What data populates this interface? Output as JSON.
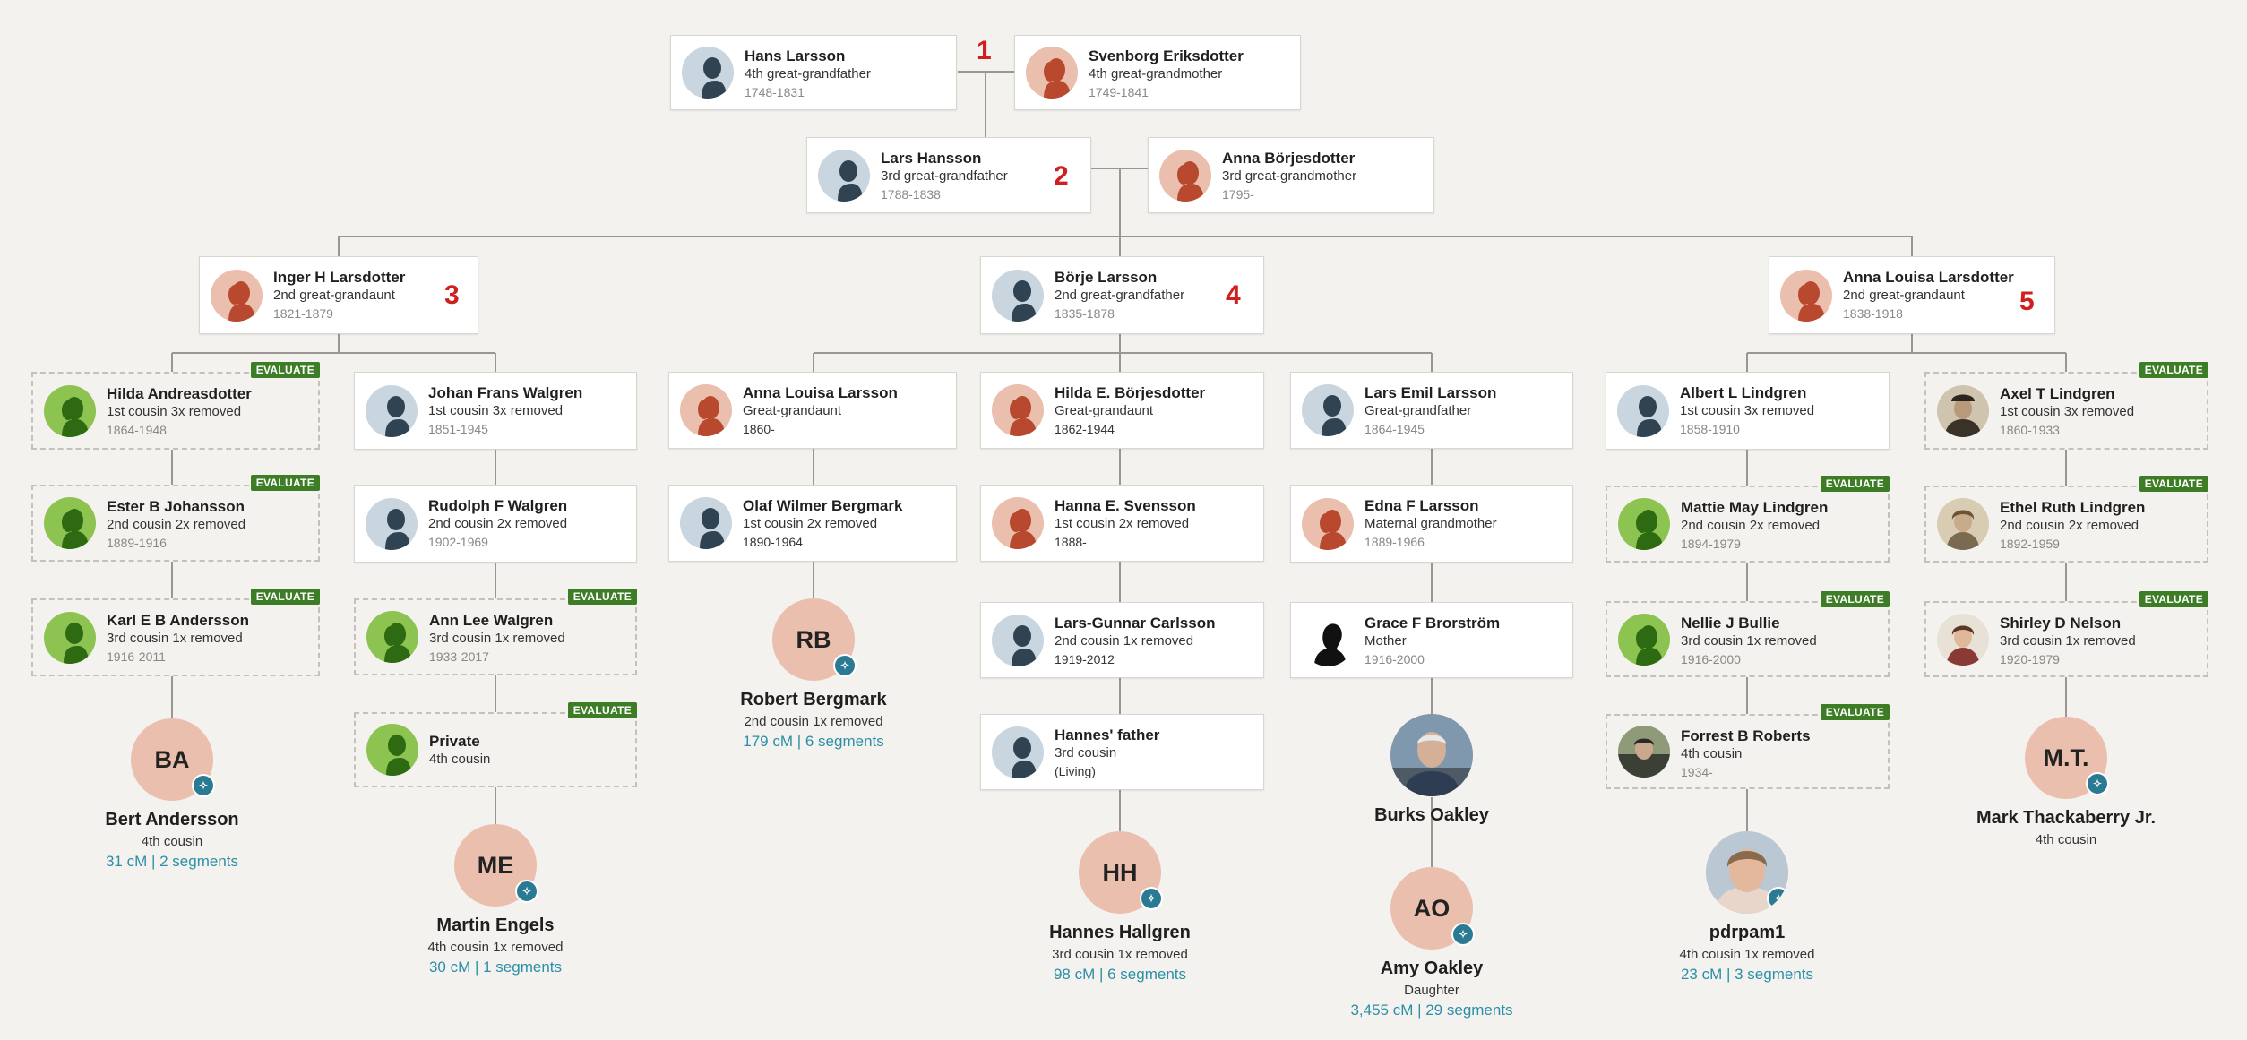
{
  "cards": {
    "hans": {
      "name": "Hans Larsson",
      "rel": "4th great-grandfather",
      "years": "1748-1831"
    },
    "svenborg": {
      "name": "Svenborg Eriksdotter",
      "rel": "4th great-grandmother",
      "years": "1749-1841"
    },
    "lars_h": {
      "name": "Lars Hansson",
      "rel": "3rd great-grandfather",
      "years": "1788-1838"
    },
    "anna_b": {
      "name": "Anna Börjesdotter",
      "rel": "3rd great-grandmother",
      "years": "1795-"
    },
    "inger": {
      "name": "Inger H Larsdotter",
      "rel": "2nd great-grandaunt",
      "years": "1821-1879"
    },
    "borje": {
      "name": "Börje Larsson",
      "rel": "2nd great-grandfather",
      "years": "1835-1878"
    },
    "anna_ll": {
      "name": "Anna Louisa Larsdotter",
      "rel": "2nd great-grandaunt",
      "years": "1838-1918"
    },
    "hilda_a": {
      "name": "Hilda Andreasdotter",
      "rel": "1st cousin 3x removed",
      "years": "1864-1948"
    },
    "ester": {
      "name": "Ester B Johansson",
      "rel": "2nd cousin 2x removed",
      "years": "1889-1916"
    },
    "karl": {
      "name": "Karl E B Andersson",
      "rel": "3rd cousin 1x removed",
      "years": "1916-2011"
    },
    "johan": {
      "name": "Johan Frans Walgren",
      "rel": "1st cousin 3x removed",
      "years": "1851-1945"
    },
    "rudolph": {
      "name": "Rudolph F Walgren",
      "rel": "2nd cousin 2x removed",
      "years": "1902-1969"
    },
    "ann_lee": {
      "name": "Ann Lee Walgren",
      "rel": "3rd cousin 1x removed",
      "years": "1933-2017"
    },
    "private": {
      "name": "Private",
      "rel": "4th cousin",
      "years": ""
    },
    "anna_lars": {
      "name": "Anna Louisa Larsson",
      "rel": "Great-grandaunt",
      "years": "1860-"
    },
    "olaf": {
      "name": "Olaf Wilmer Bergmark",
      "rel": "1st cousin 2x removed",
      "years": "1890-1964"
    },
    "hilda_b": {
      "name": "Hilda E. Börjesdotter",
      "rel": "Great-grandaunt",
      "years": "1862-1944"
    },
    "hanna": {
      "name": "Hanna E. Svensson",
      "rel": "1st cousin 2x removed",
      "years": "1888-"
    },
    "lars_gunnar": {
      "name": "Lars-Gunnar Carlsson",
      "rel": "2nd cousin 1x removed",
      "years": "1919-2012"
    },
    "hannes_father": {
      "name": "Hannes' father",
      "rel": "3rd cousin",
      "years": "(Living)"
    },
    "lars_emil": {
      "name": "Lars Emil Larsson",
      "rel": "Great-grandfather",
      "years": "1864-1945"
    },
    "edna": {
      "name": "Edna F Larsson",
      "rel": "Maternal grandmother",
      "years": "1889-1966"
    },
    "grace": {
      "name": "Grace F Brorström",
      "rel": "Mother",
      "years": "1916-2000"
    },
    "albert": {
      "name": "Albert L Lindgren",
      "rel": "1st cousin 3x removed",
      "years": "1858-1910"
    },
    "mattie": {
      "name": "Mattie May Lindgren",
      "rel": "2nd cousin 2x removed",
      "years": "1894-1979"
    },
    "nellie": {
      "name": "Nellie J Bullie",
      "rel": "3rd cousin 1x removed",
      "years": "1916-2000"
    },
    "forrest": {
      "name": "Forrest B Roberts",
      "rel": "4th cousin",
      "years": "1934-"
    },
    "axel": {
      "name": "Axel T Lindgren",
      "rel": "1st cousin 3x removed",
      "years": "1860-1933"
    },
    "ethel": {
      "name": "Ethel Ruth Lindgren",
      "rel": "2nd cousin 2x removed",
      "years": "1892-1959"
    },
    "shirley": {
      "name": "Shirley D Nelson",
      "rel": "3rd cousin 1x removed",
      "years": "1920-1979"
    }
  },
  "badge_label": "EVALUATE",
  "numbers": {
    "n1": "1",
    "n2": "2",
    "n3": "3",
    "n4": "4",
    "n5": "5"
  },
  "matches": {
    "ba": {
      "initials": "BA",
      "name": "Bert Andersson",
      "rel": "4th cousin",
      "cm": "31 cM | 2 segments"
    },
    "me": {
      "initials": "ME",
      "name": "Martin Engels",
      "rel": "4th cousin 1x removed",
      "cm": "30 cM | 1 segments"
    },
    "rb": {
      "initials": "RB",
      "name": "Robert Bergmark",
      "rel": "2nd cousin 1x removed",
      "cm": "179 cM | 6 segments"
    },
    "hh": {
      "initials": "HH",
      "name": "Hannes Hallgren",
      "rel": "3rd cousin 1x removed",
      "cm": "98 cM | 6 segments"
    },
    "burks": {
      "name": "Burks Oakley"
    },
    "ao": {
      "initials": "AO",
      "name": "Amy Oakley",
      "rel": "Daughter",
      "cm": "3,455 cM | 29 segments"
    },
    "pdr": {
      "name": "pdrpam1",
      "rel": "4th cousin 1x removed",
      "cm": "23 cM | 3 segments"
    },
    "mt": {
      "initials": "M.T.",
      "name": "Mark Thackaberry Jr.",
      "rel": "4th cousin"
    }
  },
  "colors": {
    "male_avatar_bg": "#c9d6e0",
    "female_avatar_bg": "#eabfae",
    "green_avatar_bg": "#8dc451",
    "badge": "#3c7d25",
    "cm_text": "#2b8fa8",
    "number_red": "#d01f1f",
    "match_circle": "#eabfae"
  }
}
